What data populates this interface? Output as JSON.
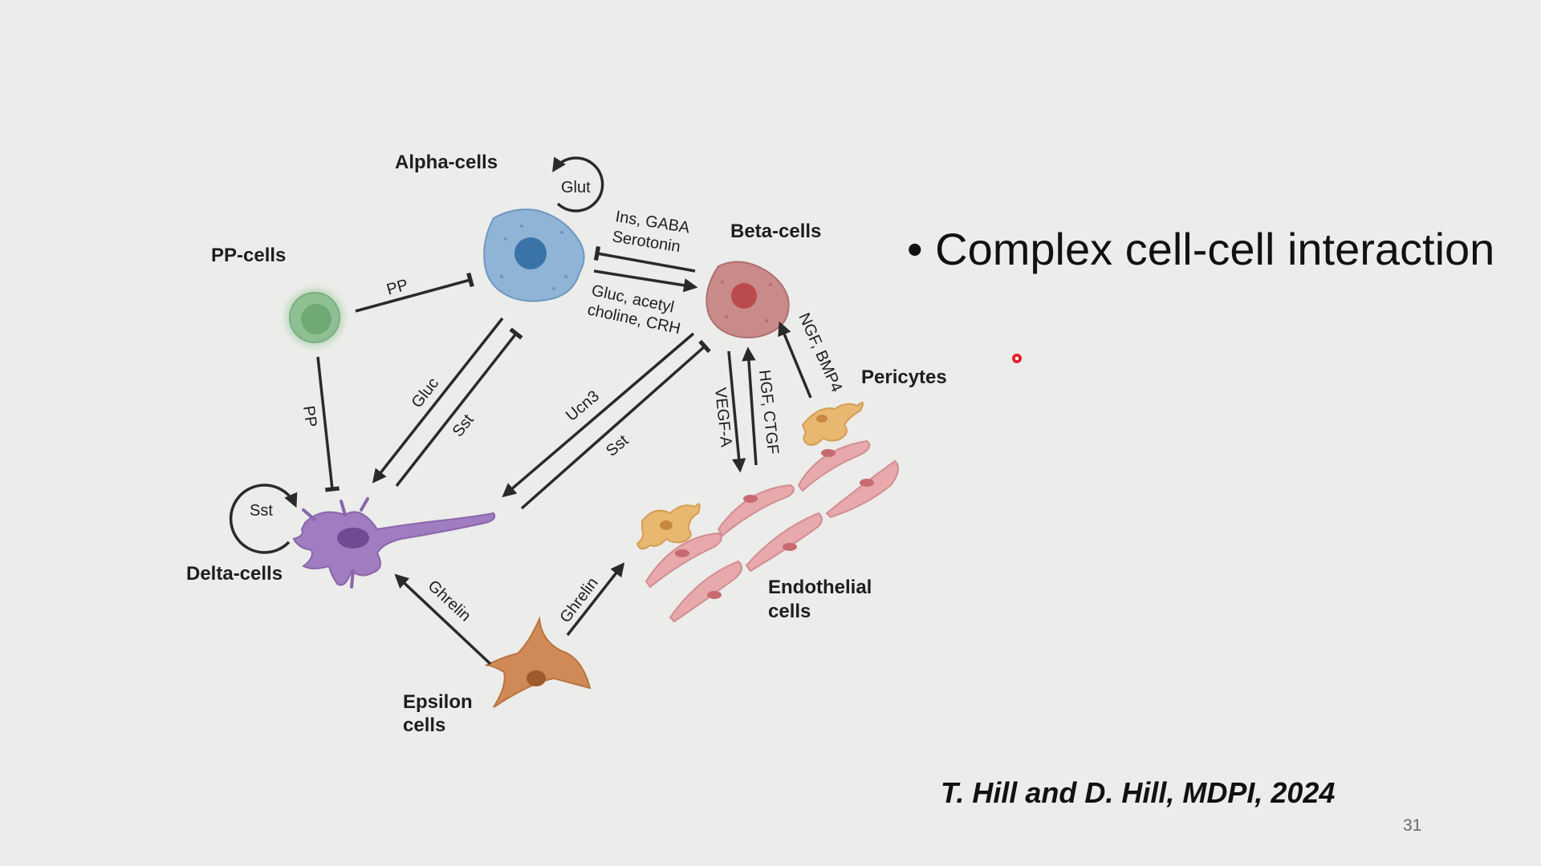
{
  "slide": {
    "bullet_symbol": "•",
    "bullet_text": "Complex cell-cell interaction",
    "citation": "T. Hill and D. Hill, MDPI, 2024",
    "page_number": "31"
  },
  "diagram": {
    "cells": {
      "alpha": "Alpha-cells",
      "beta": "Beta-cells",
      "pp": "PP-cells",
      "delta": "Delta-cells",
      "pericytes": "Pericytes",
      "endothelial_line1": "Endothelial",
      "endothelial_line2": "cells",
      "epsilon_line1": "Epsilon",
      "epsilon_line2": "cells"
    },
    "signals": {
      "glut": "Glut",
      "sst_loop": "Sst",
      "ins_gaba": "Ins, GABA",
      "serotonin": "Serotonin",
      "gluc_acetyl": "Gluc, acetyl",
      "choline_crh": "choline, CRH",
      "pp_top": "PP",
      "pp_side": "PP",
      "gluc": "Gluc",
      "sst_alpha": "Sst",
      "ucn3": "Ucn3",
      "sst_beta": "Sst",
      "vegfa": "VEGF-A",
      "hgf_ctgf": "HGF, CTGF",
      "ngf_bmp4": "NGF, BMP4",
      "ghrelin_delta": "Ghrelin",
      "ghrelin_endo": "Ghrelin"
    },
    "colors": {
      "alpha_cell": "#8fb4d6",
      "alpha_nucleus": "#3a73a8",
      "beta_cell": "#c98a8a",
      "beta_nucleus": "#bb4a4e",
      "pp_cell": "#9cc79f",
      "delta_cell": "#a07cc0",
      "pericyte": "#e8b870",
      "endothelial": "#e7a9ab",
      "epsilon_cell": "#d08a58"
    }
  }
}
